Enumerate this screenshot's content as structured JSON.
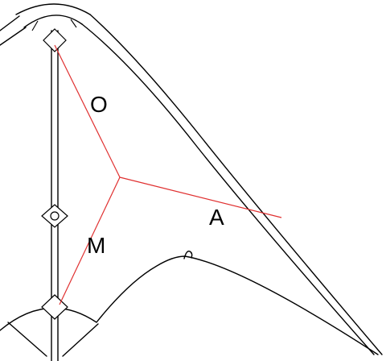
{
  "labels": {
    "upper_leg": "O",
    "outer_leg": "A",
    "lower_leg": "M"
  },
  "colors": {
    "outline": "#000000",
    "bridle": "#e03030",
    "background": "#ffffff"
  },
  "icons": {
    "upper_fitting": "diamond-fitting-icon",
    "center_fitting": "diamond-fitting-with-ring-icon",
    "lower_fitting": "diamond-fitting-icon"
  }
}
